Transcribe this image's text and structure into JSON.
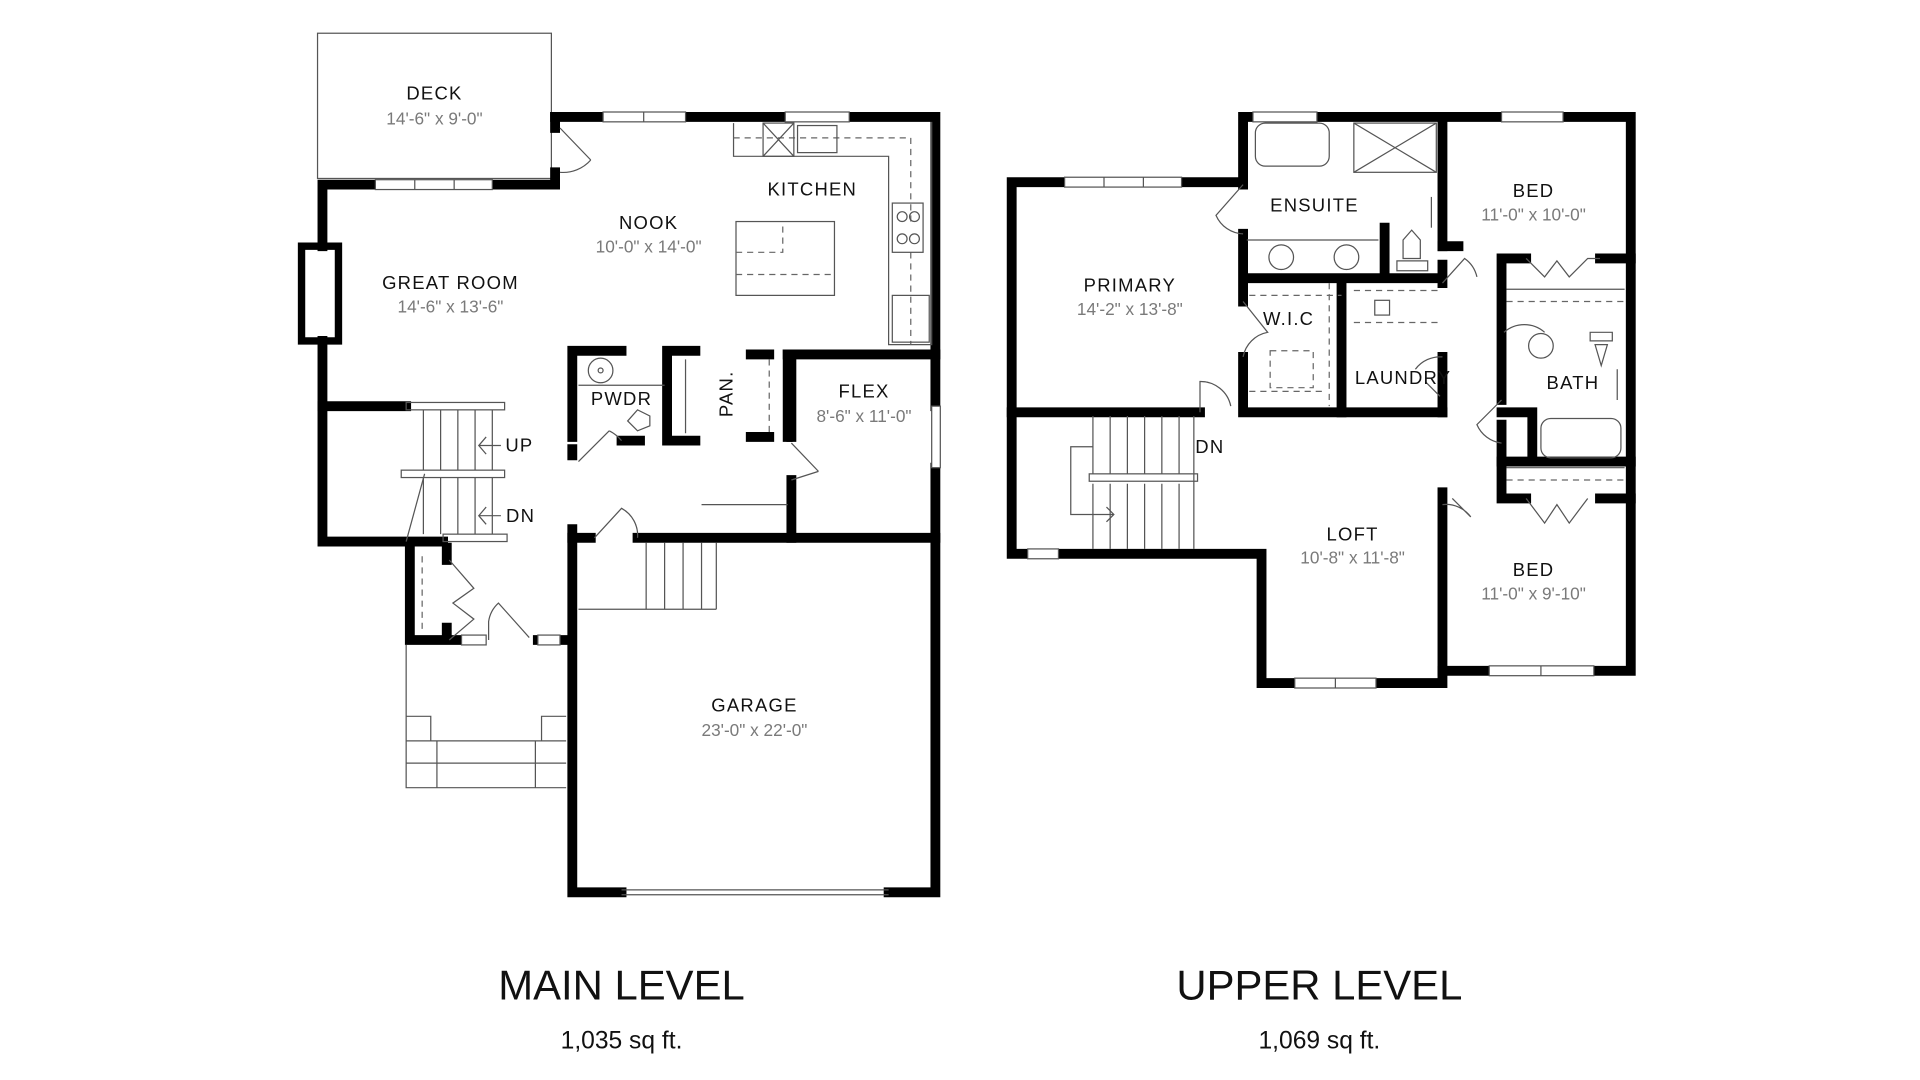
{
  "main_level": {
    "title": "MAIN LEVEL",
    "area": "1,035 sq ft.",
    "rooms": {
      "deck": {
        "name": "DECK",
        "size": "14'-6\" x 9'-0\""
      },
      "kitchen": {
        "name": "KITCHEN"
      },
      "nook": {
        "name": "NOOK",
        "size": "10'-0\" x 14'-0\""
      },
      "great_room": {
        "name": "GREAT ROOM",
        "size": "14'-6\" x 13'-6\""
      },
      "pwdr": {
        "name": "PWDR"
      },
      "pantry": {
        "name": "PAN."
      },
      "flex": {
        "name": "FLEX",
        "size": "8'-6\" x 11'-0\""
      },
      "garage": {
        "name": "GARAGE",
        "size": "23'-0\" x 22'-0\""
      }
    },
    "stairs": {
      "up": "UP",
      "down": "DN"
    }
  },
  "upper_level": {
    "title": "UPPER LEVEL",
    "area": "1,069 sq ft.",
    "rooms": {
      "ensuite": {
        "name": "ENSUITE"
      },
      "bed1": {
        "name": "BED",
        "size": "11'-0\" x 10'-0\""
      },
      "primary": {
        "name": "PRIMARY",
        "size": "14'-2\" x 13'-8\""
      },
      "wic": {
        "name": "W.I.C"
      },
      "laundry": {
        "name": "LAUNDRY"
      },
      "bath": {
        "name": "BATH"
      },
      "loft": {
        "name": "LOFT",
        "size": "10'-8\" x 11'-8\""
      },
      "bed2": {
        "name": "BED",
        "size": "11'-0\" x 9'-10\""
      }
    },
    "stairs": {
      "down": "DN"
    }
  }
}
